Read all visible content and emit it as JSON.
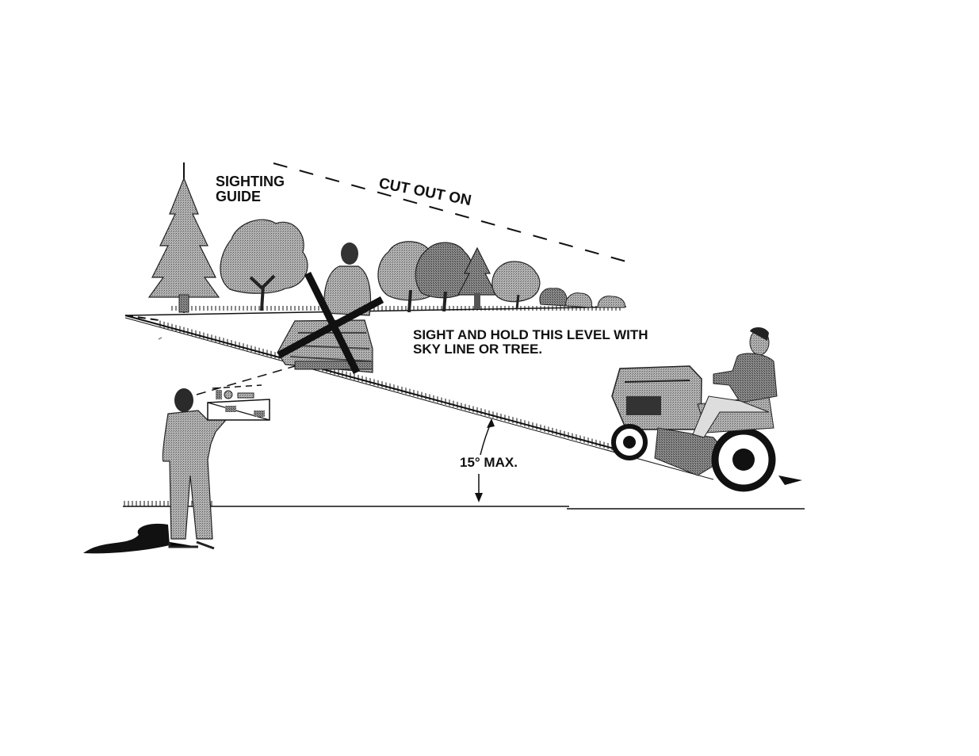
{
  "labels": {
    "sighting_guide": [
      "SIGHTING",
      "GUIDE"
    ],
    "cut_out": "CUT OUT ON",
    "sight_and_hold": [
      "SIGHT AND HOLD THIS LEVEL WITH",
      "SKY LINE OR TREE."
    ],
    "max_angle": "15° MAX."
  },
  "slope": {
    "max_angle_degrees": 15
  },
  "colors": {
    "ink": "#111111",
    "shade": "#9a9a9a",
    "dark_shade": "#6e6e6e",
    "paper": "#ffffff"
  },
  "icons": {
    "tree": "tree-icon",
    "person": "person-icon",
    "tractor": "riding-mower-icon",
    "cross": "x-mark-icon"
  }
}
